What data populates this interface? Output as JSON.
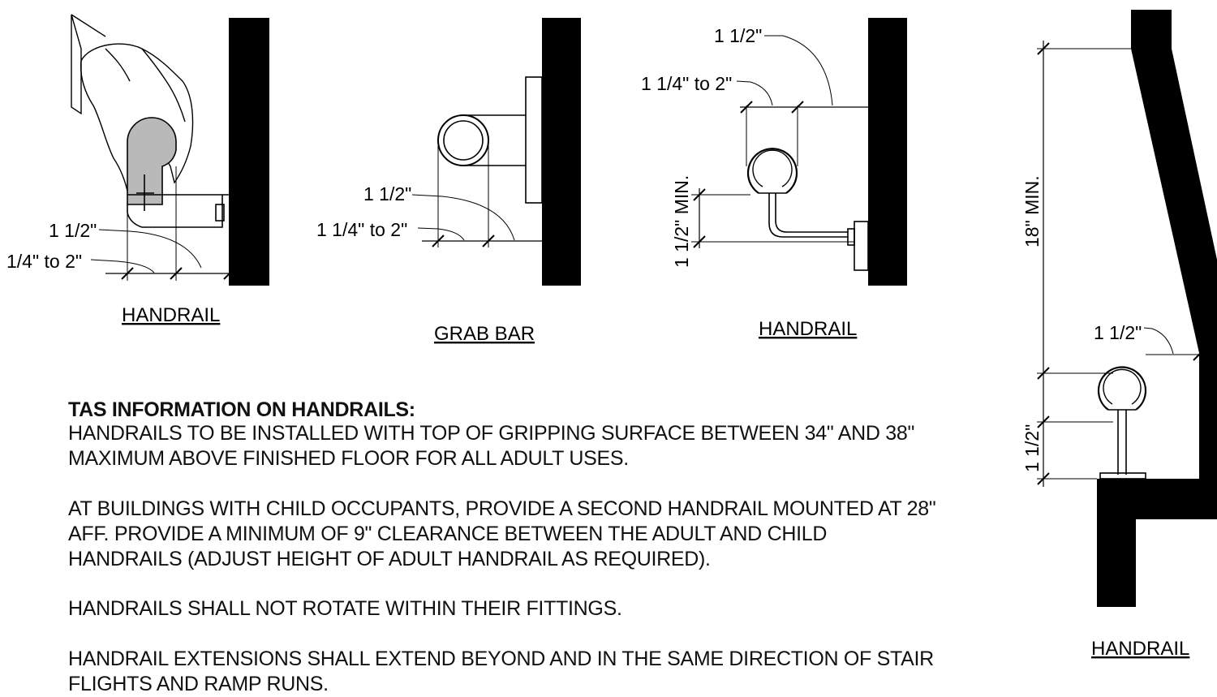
{
  "diagrams": {
    "handrail_1": {
      "caption": "HANDRAIL",
      "dim_outer": "1 1/2\"",
      "dim_inner": "1/4\" to 2\""
    },
    "grab_bar": {
      "caption": "GRAB BAR",
      "dim_outer": "1 1/2\"",
      "dim_inner": "1 1/4\" to 2\""
    },
    "handrail_2": {
      "caption": "HANDRAIL",
      "dim_outer": "1 1/2\"",
      "dim_inner": "1 1/4\" to 2\"",
      "dim_vertical": "1 1/2\" MIN."
    },
    "handrail_3": {
      "caption": "HANDRAIL",
      "dim_height": "18\" MIN.",
      "dim_clearance": "1 1/2\"",
      "dim_base": "1 1/2\""
    }
  },
  "notes": {
    "title": "TAS INFORMATION ON HANDRAILS:",
    "paragraphs": [
      "HANDRAILS TO BE INSTALLED WITH TOP OF GRIPPING SURFACE BETWEEN 34\" AND 38\"\nMAXIMUM ABOVE FINISHED FLOOR FOR ALL ADULT USES.",
      "AT BUILDINGS WITH CHILD OCCUPANTS, PROVIDE A SECOND HANDRAIL MOUNTED AT 28\"\nAFF.  PROVIDE A MINIMUM OF 9\" CLEARANCE BETWEEN THE ADULT AND CHILD\nHANDRAILS (ADJUST HEIGHT OF ADULT HANDRAIL AS REQUIRED).",
      "HANDRAILS SHALL NOT ROTATE WITHIN THEIR FITTINGS.",
      "HANDRAIL EXTENSIONS SHALL EXTEND BEYOND AND IN THE SAME DIRECTION OF STAIR\nFLIGHTS AND RAMP RUNS."
    ]
  }
}
